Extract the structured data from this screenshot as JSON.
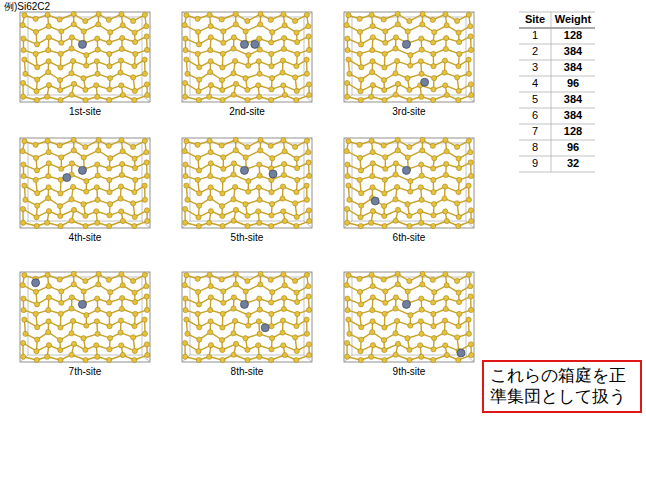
{
  "diagram": {
    "nodes": [
      {
        "text": [
          "これらの箱庭を正準集団として扱う"
        ]
      }
    ],
    "labels": [
      "例)Si62C2",
      "Site",
      "Weight",
      "1",
      "128",
      "2",
      "384",
      "3",
      "384",
      "4",
      "96",
      "5",
      "384",
      "6",
      "384",
      "7",
      "128",
      "8",
      "96",
      "9",
      "32",
      "1st-site",
      "2nd-site",
      "3rd-site",
      "4th-site",
      "5th-site",
      "6th-site",
      "7th-site",
      "8th-site",
      "9th-site"
    ]
  }
}
